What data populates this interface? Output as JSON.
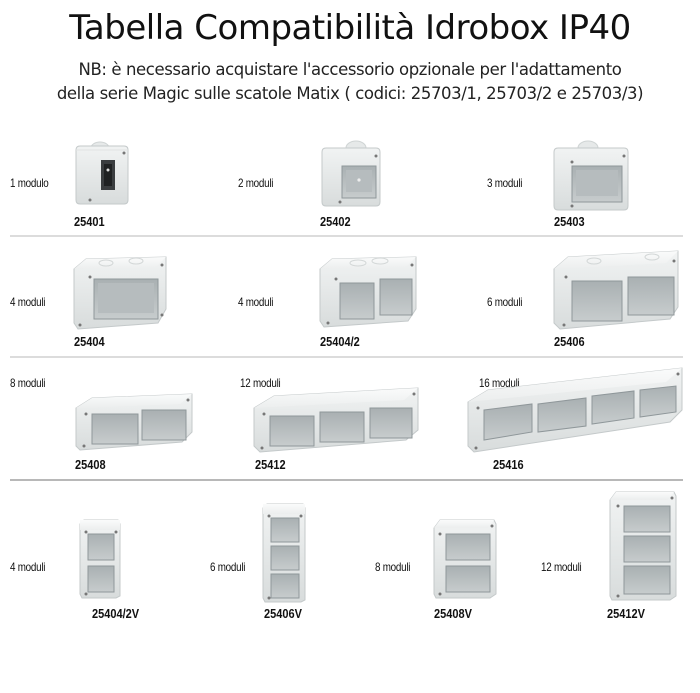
{
  "header": {
    "title": "Tabella Compatibilità Idrobox IP40",
    "note_line1": "NB: è necessario acquistare l'accessorio opzionale per l'adattamento",
    "note_line2": "della serie Magic sulle scatole Matix ( codici: 25703/1, 25703/2 e 25703/3)"
  },
  "colors": {
    "background": "#ffffff",
    "text": "#111111",
    "divider": "#dcdcdc",
    "box_body": "#e9ecec",
    "box_shadow": "#b9bfc0"
  },
  "rows": [
    {
      "products": [
        {
          "modules_label": "1 modulo",
          "code": "25401",
          "image": "box-1-module-icon"
        },
        {
          "modules_label": "2 moduli",
          "code": "25402",
          "image": "box-2-modules-icon"
        },
        {
          "modules_label": "3 moduli",
          "code": "25403",
          "image": "box-3-modules-icon"
        }
      ]
    },
    {
      "products": [
        {
          "modules_label": "4 moduli",
          "code": "25404",
          "image": "box-4-modules-icon"
        },
        {
          "modules_label": "4 moduli",
          "code": "25404/2",
          "image": "box-4-modules-2-openings-icon"
        },
        {
          "modules_label": "6 moduli",
          "code": "25406",
          "image": "box-6-modules-icon"
        }
      ]
    },
    {
      "products": [
        {
          "modules_label": "8 moduli",
          "code": "25408",
          "image": "box-8-modules-icon"
        },
        {
          "modules_label": "12 moduli",
          "code": "25412",
          "image": "box-12-modules-icon"
        },
        {
          "modules_label": "16 moduli",
          "code": "25416",
          "image": "box-16-modules-icon"
        }
      ]
    },
    {
      "products": [
        {
          "modules_label": "4 moduli",
          "code": "25404/2V",
          "image": "box-4-modules-vertical-icon"
        },
        {
          "modules_label": "6 moduli",
          "code": "25406V",
          "image": "box-6-modules-vertical-icon"
        },
        {
          "modules_label": "8 moduli",
          "code": "25408V",
          "image": "box-8-modules-vertical-icon"
        },
        {
          "modules_label": "12 moduli",
          "code": "25412V",
          "image": "box-12-modules-vertical-icon"
        }
      ]
    }
  ]
}
